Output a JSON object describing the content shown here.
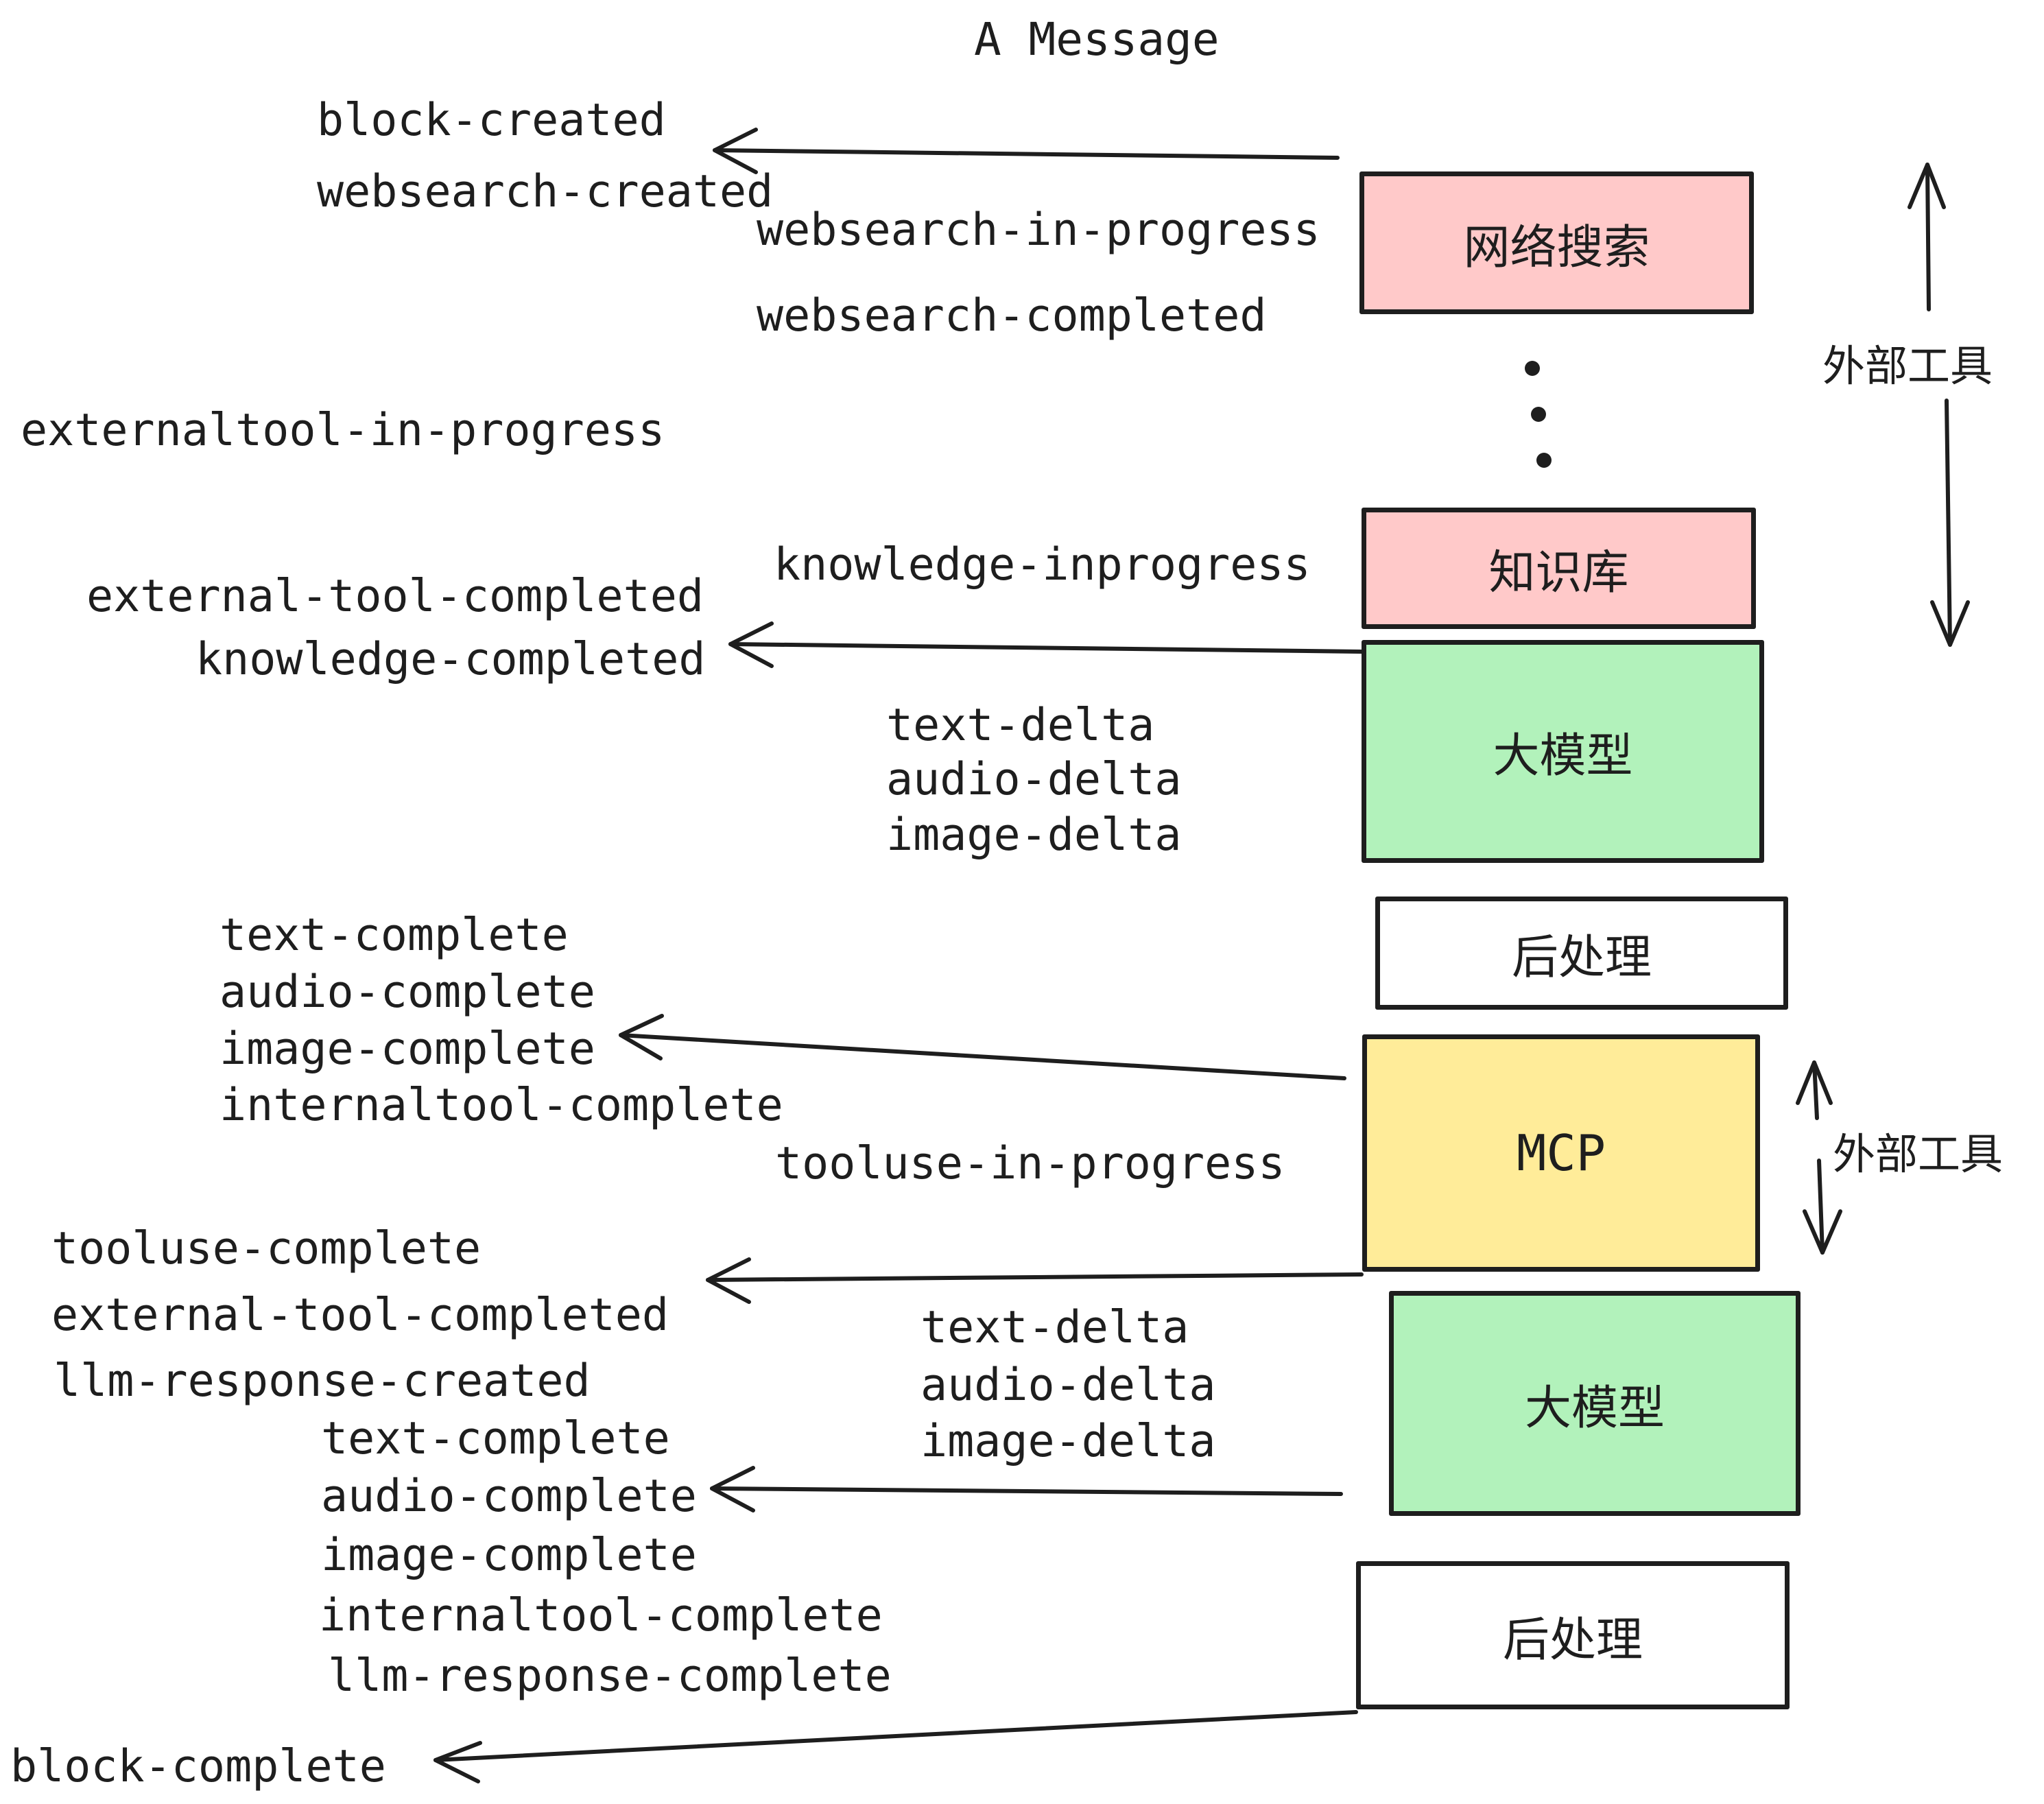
{
  "title": "A Message",
  "colors": {
    "ink": "#1e1e1e",
    "pink": "#ffc9c9",
    "green": "#b2f2bb",
    "yellow": "#ffec99",
    "white": "#ffffff"
  },
  "boxes": {
    "websearch": {
      "label": "网络搜索",
      "fill": "pink"
    },
    "knowledge": {
      "label": "知识库",
      "fill": "pink"
    },
    "llm1": {
      "label": "大模型",
      "fill": "green"
    },
    "post1": {
      "label": "后处理",
      "fill": "white"
    },
    "mcp": {
      "label": "MCP",
      "fill": "yellow"
    },
    "llm2": {
      "label": "大模型",
      "fill": "green"
    },
    "post2": {
      "label": "后处理",
      "fill": "white"
    }
  },
  "side_labels": {
    "external_tools_top": "外部工具",
    "external_tools_bottom": "外部工具"
  },
  "events": {
    "block_created": "block-created",
    "websearch_created": "websearch-created",
    "websearch_in_progress": "websearch-in-progress",
    "websearch_completed": "websearch-completed",
    "externaltool_in_progress": "externaltool-in-progress",
    "external_tool_completed_1": "external-tool-completed",
    "knowledge_completed": "knowledge-completed",
    "knowledge_inprogress": "knowledge-inprogress",
    "text_delta_1": "text-delta",
    "audio_delta_1": "audio-delta",
    "image_delta_1": "image-delta",
    "text_complete_1": "text-complete",
    "audio_complete_1": "audio-complete",
    "image_complete_1": "image-complete",
    "internaltool_complete_1": "internaltool-complete",
    "tooluse_in_progress": "tooluse-in-progress",
    "tooluse_complete": "tooluse-complete",
    "external_tool_completed_2": "external-tool-completed",
    "llm_response_created": "llm-response-created",
    "text_complete_2": "text-complete",
    "audio_complete_2": "audio-complete",
    "text_delta_2": "text-delta",
    "audio_delta_2": "audio-delta",
    "image_delta_2": "image-delta",
    "image_complete_2": "image-complete",
    "internaltool_complete_2": "internaltool-complete",
    "llm_response_complete": "llm-response-complete",
    "block_complete": "block-complete"
  }
}
